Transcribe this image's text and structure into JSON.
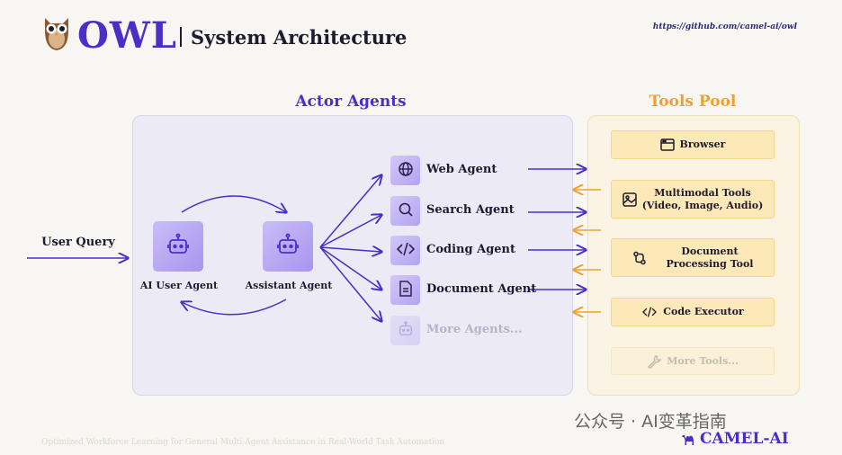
{
  "header": {
    "logo_text": "OWL",
    "title": "System Architecture",
    "repo_link": "https://github.com/camel-ai/owl"
  },
  "actor_section": {
    "title": "Actor Agents",
    "user_query": "User Query",
    "ai_user_agent": "AI User Agent",
    "assistant_agent": "Assistant Agent",
    "sub_agents": [
      {
        "label": "Web Agent",
        "icon": "globe-icon"
      },
      {
        "label": "Search Agent",
        "icon": "magnifier-icon"
      },
      {
        "label": "Coding Agent",
        "icon": "code-icon"
      },
      {
        "label": "Document Agent",
        "icon": "document-icon"
      },
      {
        "label": "More Agents...",
        "icon": "robot-icon"
      }
    ]
  },
  "tools_section": {
    "title": "Tools Pool",
    "tools": [
      {
        "label": "Browser",
        "icon": "browser-icon"
      },
      {
        "label_line1": "Multimodal Tools",
        "label_line2": "(Video, Image, Audio)",
        "icon": "image-icon"
      },
      {
        "label_line1": "Document",
        "label_line2": "Processing Tool",
        "icon": "git-compare-icon"
      },
      {
        "label": "Code Executor",
        "icon": "code-icon"
      },
      {
        "label": "More Tools...",
        "icon": "wrench-icon"
      }
    ]
  },
  "footer": {
    "tagline": "Optimized Workforce Learning for General Multi-Agent Assistance in Real-World Task Automation",
    "watermark": "公众号 · AI变革指南",
    "brand": "CAMEL-AI"
  },
  "colors": {
    "actor_accent": "#4a2fc6",
    "tools_accent": "#f0a030",
    "actor_panel": "#eceaf5",
    "tools_panel": "#fbf4e4",
    "tool_box": "#fde9b8"
  }
}
